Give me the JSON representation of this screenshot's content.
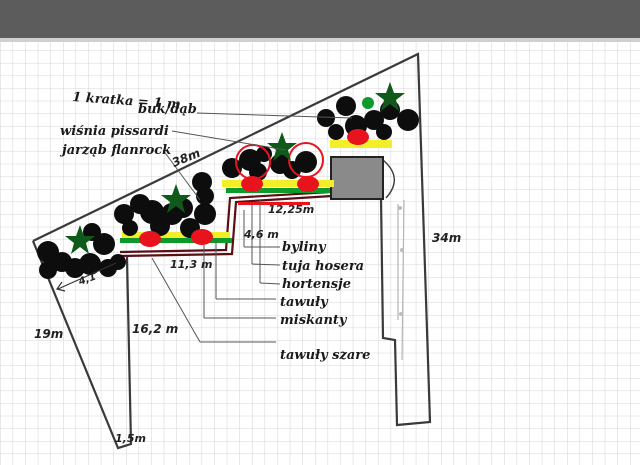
{
  "scale_note": "1 kratka = 1 m",
  "legend": {
    "buk_dab": "buk/dąb",
    "wisnia": "wiśnia pissardi",
    "jarzab": "jarząb flanrock"
  },
  "plants": {
    "byliny": "byliny",
    "tuja": "tuja hosera",
    "hortensje": "hortensje",
    "tawuly": "tawuły",
    "miskanty": "miskanty",
    "tawuly_szare": "tawuły szare"
  },
  "dimensions": {
    "d38": "38m",
    "d34": "34m",
    "d19": "19m",
    "d16": "16,2 m",
    "d15": "1,5m",
    "d113": "11,3 m",
    "d1225": "12,25m",
    "d46": "4,6 m",
    "d4": "4,1"
  },
  "colors": {
    "grid": "#c9c9c9",
    "outline": "#3a3a3a",
    "shrub": "#0d0d0d",
    "accent_red": "#e8131c",
    "star_green": "#0f5a1a",
    "band_yellow": "#f2ee2a",
    "band_green": "#0e9a2a",
    "path_brown": "#5a0f14",
    "shed_gray": "#8a8a8a"
  }
}
